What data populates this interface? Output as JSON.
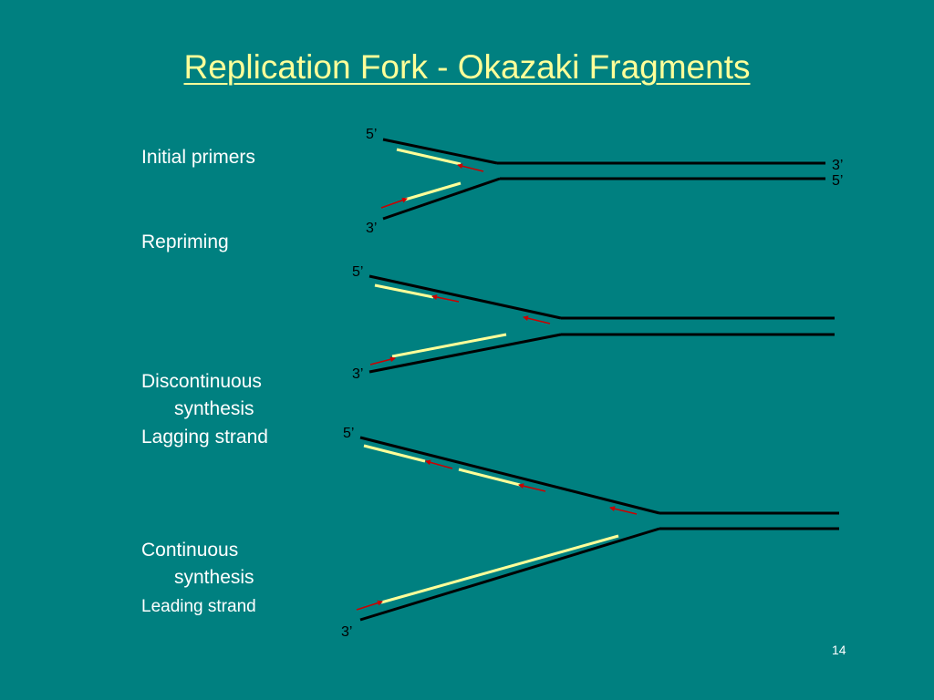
{
  "title": "Replication Fork - Okazaki Fragments",
  "labels": {
    "initial_primers": "Initial primers",
    "repriming": "Repriming",
    "discontinuous": "Discontinuous",
    "discontinuous_synthesis": "synthesis",
    "lagging_strand": "Lagging strand",
    "continuous": "Continuous",
    "continuous_synthesis": "synthesis",
    "leading_strand": "Leading strand"
  },
  "ends": {
    "five_prime": "5’",
    "three_prime": "3’"
  },
  "colors": {
    "background": "#008080",
    "title": "#ffff99",
    "dna_strand": "#000000",
    "new_strand": "#ffff99",
    "primer": "#cc0000"
  },
  "page_number": "14"
}
